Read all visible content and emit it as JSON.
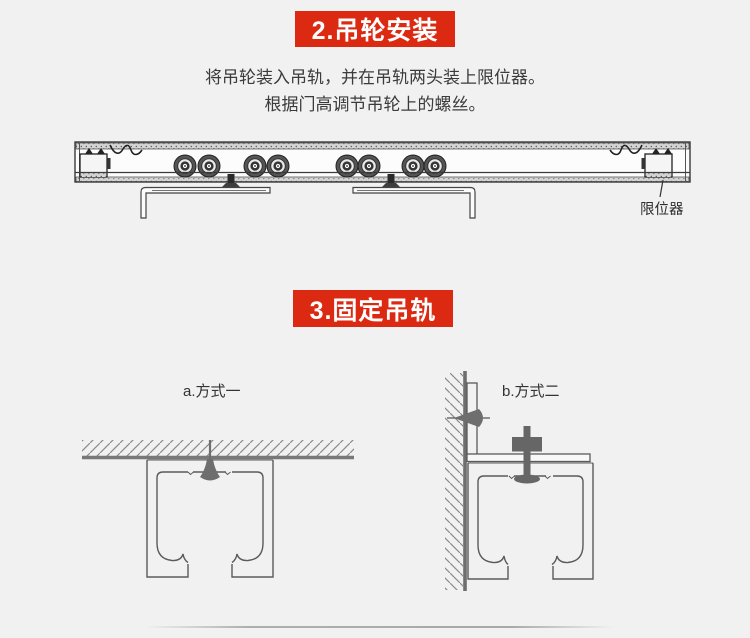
{
  "page": {
    "background": "#f1f1f2"
  },
  "banners": {
    "color": "#dc2911",
    "step2": "2.吊轮安装",
    "step3": "3.固定吊轨"
  },
  "step2": {
    "desc1": "将吊轮装入吊轨，并在吊轨两头装上限位器。",
    "desc2": "根据门高调节吊轮上的螺丝。",
    "stopper_label": "限位器"
  },
  "step3": {
    "method_a": "a.方式一",
    "method_b": "b.方式二"
  }
}
